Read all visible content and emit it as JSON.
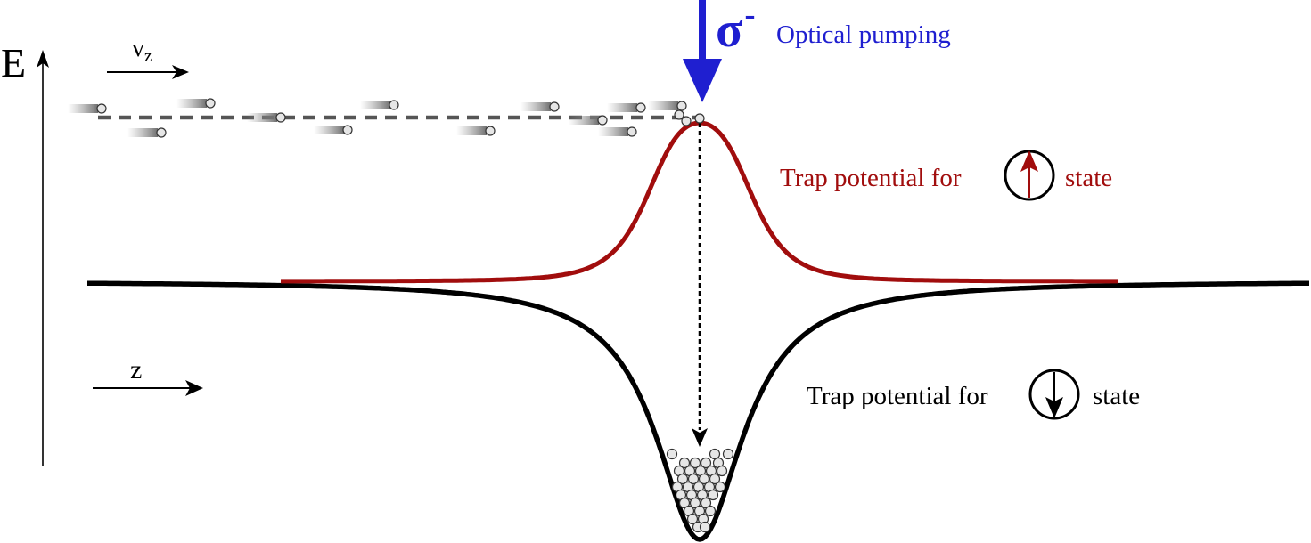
{
  "axes": {
    "y_label": "E",
    "x_label": "z",
    "velocity_label_main": "v",
    "velocity_label_sub": "z"
  },
  "pumping": {
    "sigma_symbol": "σ",
    "sigma_superscript": "-",
    "label": "Optical pumping",
    "color": "#1f1fd0"
  },
  "curves": {
    "up_state": {
      "label_prefix": "Trap potential for",
      "label_suffix": "state",
      "color": "#a10d0d",
      "spin_icon": "spin-up-icon"
    },
    "down_state": {
      "label_prefix": "Trap potential for",
      "label_suffix": "state",
      "color": "#000000",
      "spin_icon": "spin-down-icon"
    }
  },
  "atoms": {
    "beam_color": "#555555",
    "atom_fill": "#e6e6e6"
  }
}
